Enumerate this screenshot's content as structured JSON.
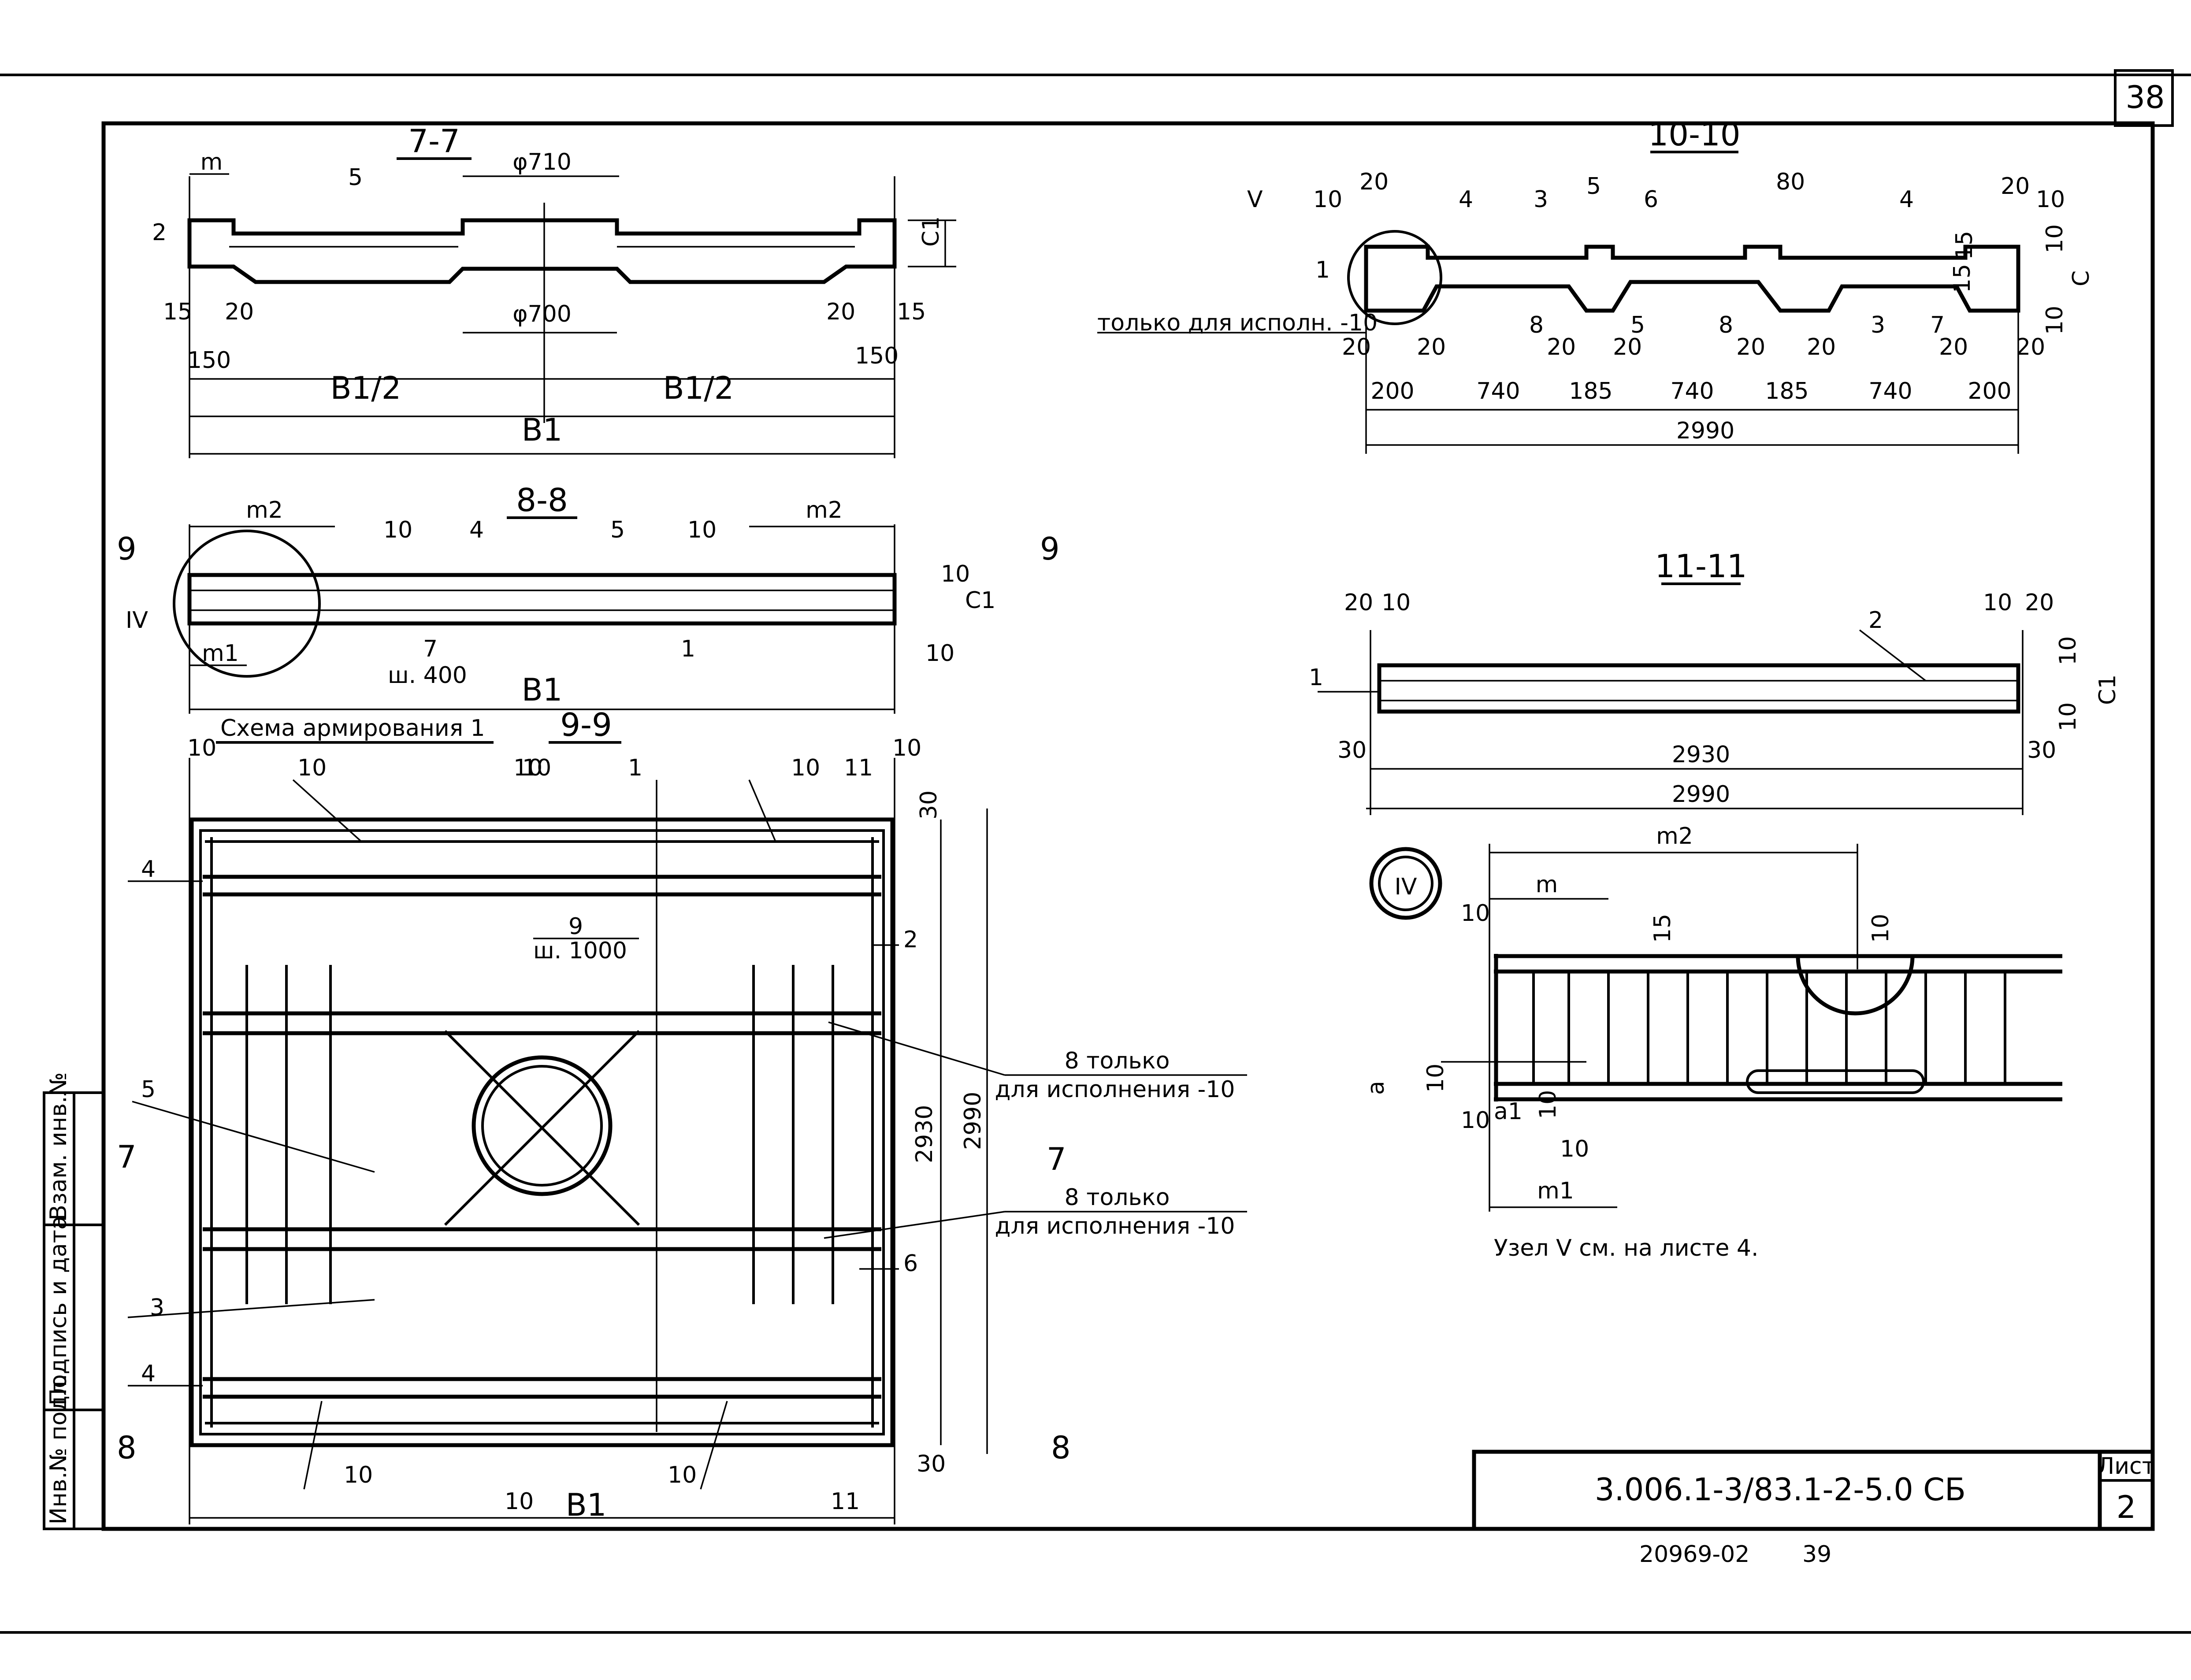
{
  "sheet_number": "38",
  "stamp": {
    "code": "3.006.1-3/83.1-2-5.0 СБ",
    "list_label": "Лист",
    "list_no": "2"
  },
  "bottom_ref": {
    "a": "20969-02",
    "b": "39"
  },
  "side_stamp": [
    "Инв.№ подл.",
    "Подпись и дата",
    "Взам. инв.№"
  ],
  "section_7_7": {
    "title": "7-7",
    "phi_top": "φ710",
    "phi_bottom": "φ700",
    "m": "m",
    "pos5": "5",
    "pos2": "2",
    "dims": [
      "15",
      "20",
      "150",
      "20",
      "15",
      "150"
    ],
    "half_left": "B1/2",
    "half_right": "B1/2",
    "total": "B1",
    "c1": "C1"
  },
  "section_8_8": {
    "title": "8-8",
    "m2_left": "m2",
    "m2_right": "m2",
    "m1": "m1",
    "pos10a": "10",
    "pos4": "4",
    "pos5": "5",
    "pos10b": "10",
    "pos7": "7",
    "pos1": "1",
    "step": "ш. 400",
    "total": "B1",
    "c1": "C1",
    "d10a": "10",
    "d10b": "10",
    "cut9_left": "9",
    "cut9_right": "9",
    "node": "IV"
  },
  "scheme": {
    "title": "Схема армирования 1",
    "section": "9-9",
    "positions": [
      "10",
      "10",
      "10",
      "1",
      "4",
      "2",
      "9",
      "5",
      "3",
      "6",
      "4",
      "10",
      "10"
    ],
    "pos9_step": "ш. 1000",
    "note8a_line1": "8 только",
    "note8a_line2": "для исполнения -10",
    "note8b_line1": "8 только",
    "note8b_line2": "для исполнения -10",
    "dim_2930": "2930",
    "dim_2990": "2990",
    "dim_30a": "30",
    "dim_30b": "30",
    "dim_10a": "10",
    "dim_10b": "10",
    "total": "B1",
    "cut10": "10",
    "cut11": "11",
    "cut7": "7",
    "cut8": "8"
  },
  "section_10_10": {
    "title": "10-10",
    "node": "V",
    "note": "только для исполн. -10",
    "positions": [
      "10",
      "4",
      "3",
      "5",
      "6",
      "4",
      "10",
      "1",
      "8",
      "5",
      "8",
      "3",
      "7"
    ],
    "top_dims": [
      "20",
      "80",
      "20",
      "15",
      "10",
      "15",
      "10"
    ],
    "low_dims": [
      "20",
      "20",
      "20",
      "20",
      "20",
      "20",
      "20",
      "20"
    ],
    "spans": [
      "200",
      "740",
      "185",
      "740",
      "185",
      "740",
      "200"
    ],
    "total": "2990",
    "c": "C"
  },
  "section_11_11": {
    "title": "11-11",
    "dims_top": [
      "20",
      "10",
      "10",
      "20"
    ],
    "pos1": "1",
    "pos2": "2",
    "inner": "2930",
    "total": "2990",
    "d30a": "30",
    "d30b": "30",
    "d10": "10",
    "c1": "C1",
    "d10b": "10"
  },
  "node_iv": {
    "label": "IV",
    "m2": "m2",
    "m": "m",
    "m1": "m1",
    "dims": [
      "10",
      "15",
      "10",
      "10",
      "10",
      "10",
      "10"
    ],
    "a": "a",
    "a1": "a1",
    "note": "Узел V см. на листе 4."
  }
}
